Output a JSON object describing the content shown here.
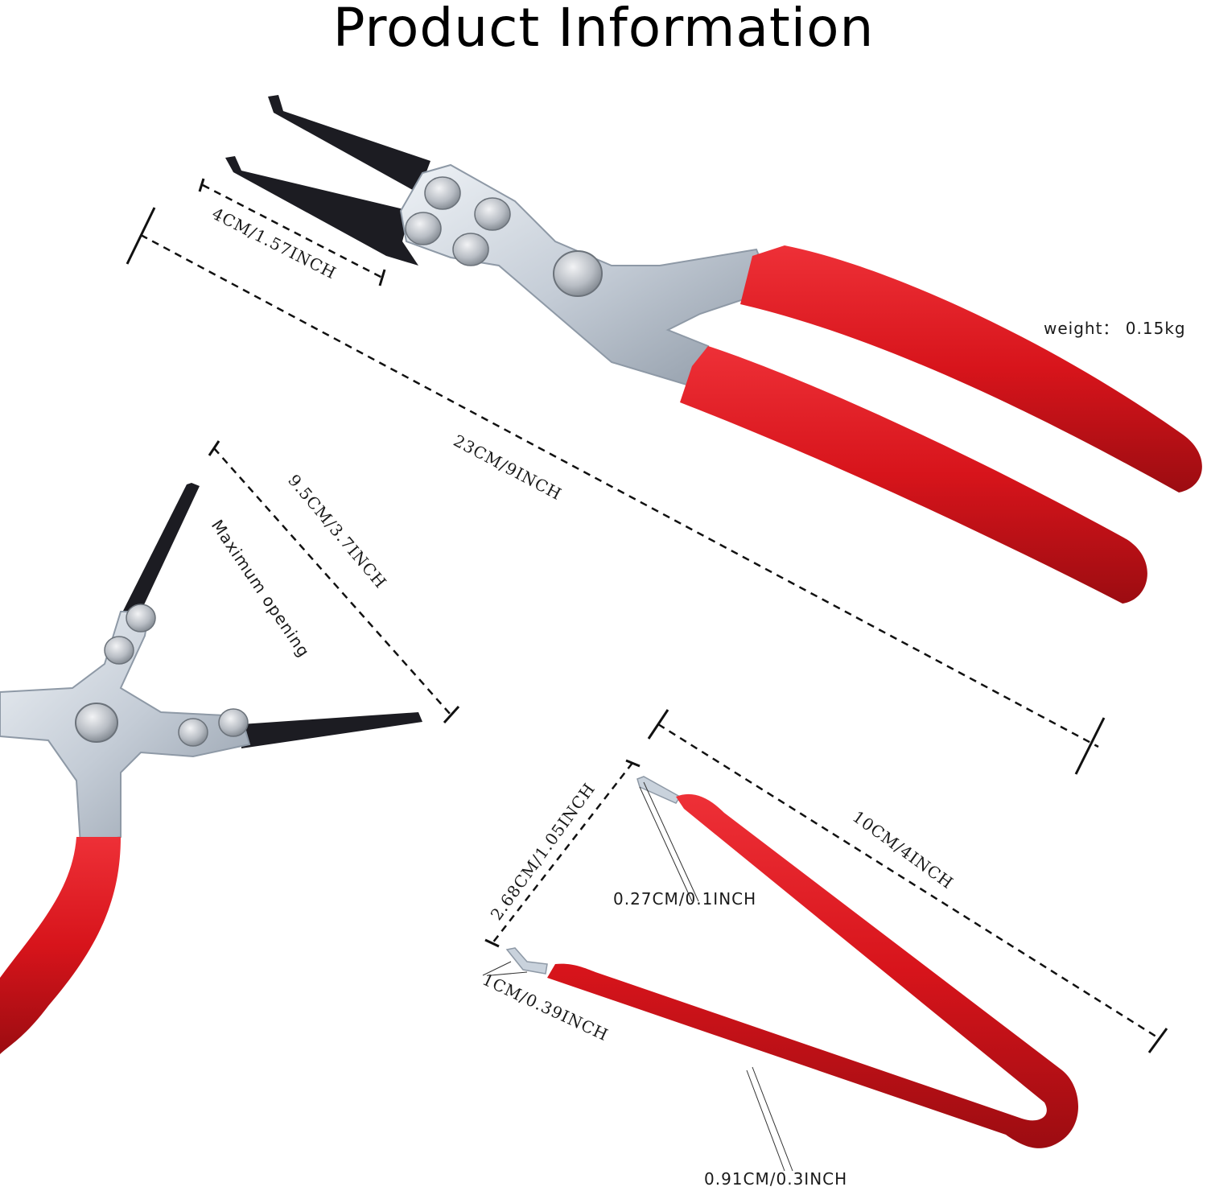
{
  "title": "Product Information",
  "labels": {
    "jaw_width": "4CM/1.57INCH",
    "total_length": "23CM/9INCH",
    "weight": "weight： 0.15kg",
    "max_opening_value": "9.5CM/3.7INCH",
    "max_opening_caption": "Maximum opening",
    "hook_width": "2.68CM/1.05INCH",
    "hook_length": "10CM/4INCH",
    "tip_width": "0.27CM/0.1INCH",
    "tip_length": "1CM/0.39INCH",
    "handle_thickness": "0.91CM/0.3INCH"
  },
  "colors": {
    "handle": "#d7141b",
    "handle_dark": "#a10d12",
    "steel": "#c9d2dc",
    "steel_dark": "#8e99a6",
    "jaw": "#1c1c22",
    "rivet": "#b8bdc4"
  }
}
